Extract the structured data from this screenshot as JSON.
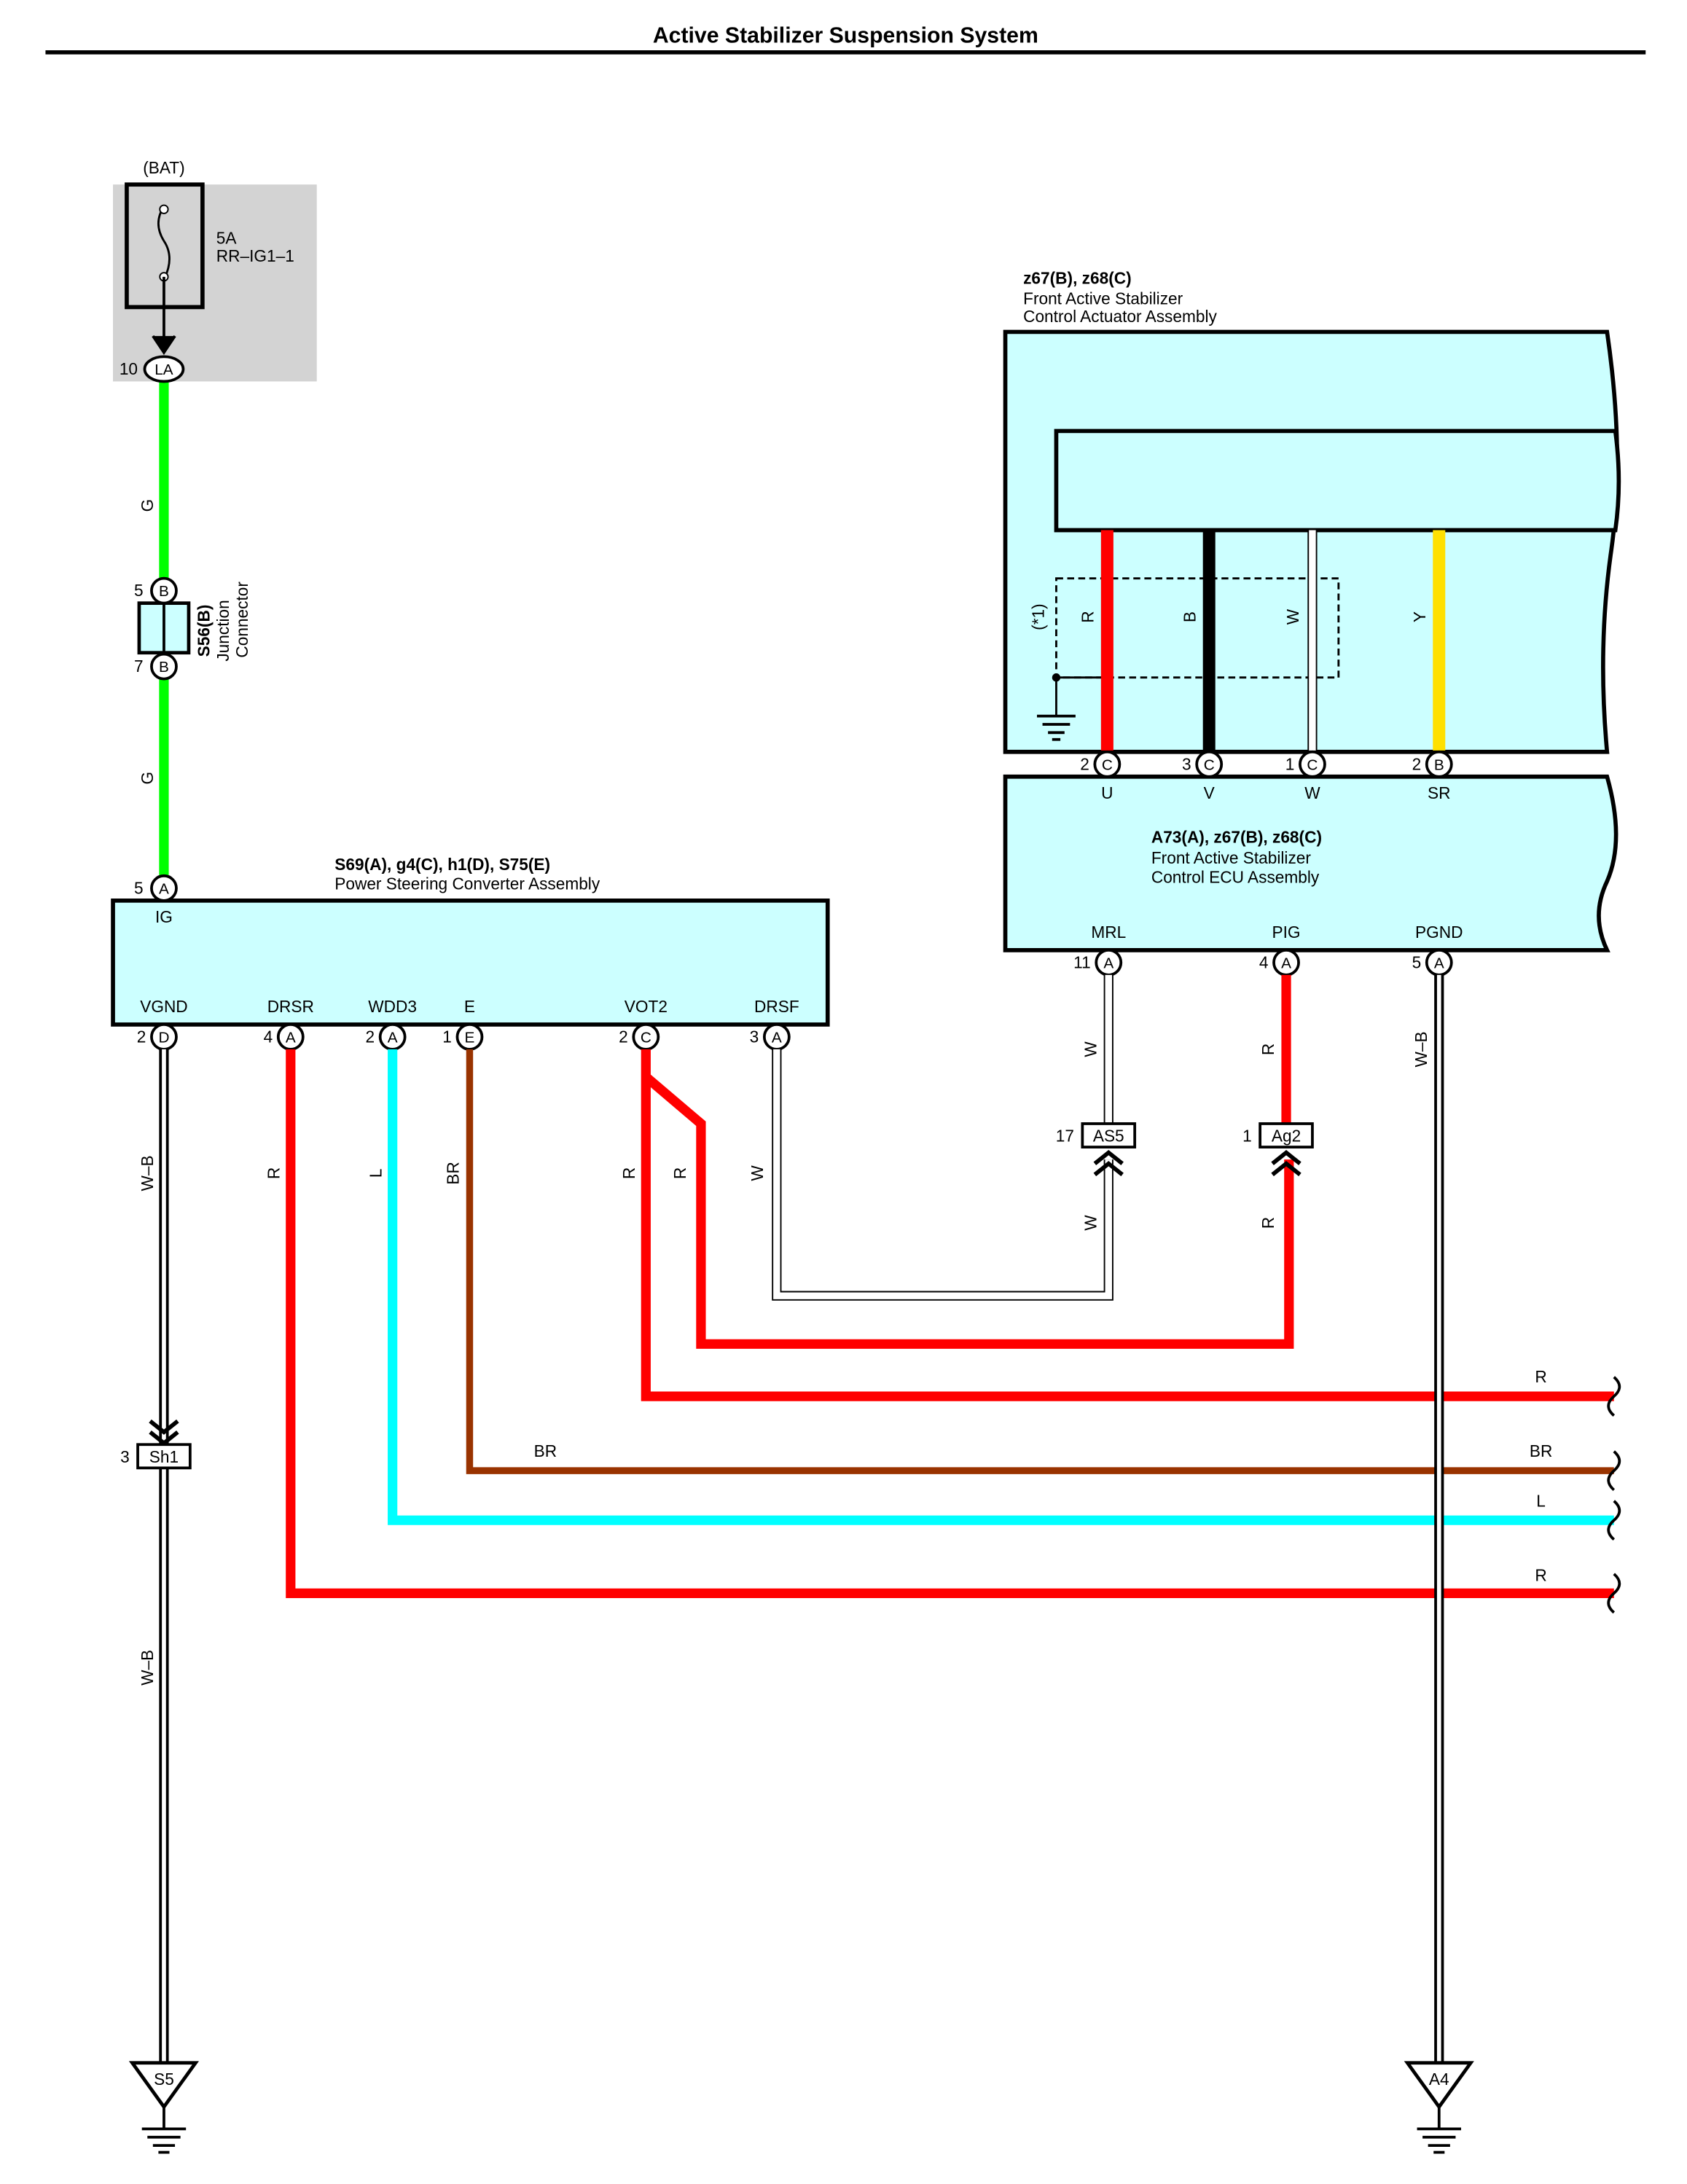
{
  "title": "Active Stabilizer Suspension System",
  "fuse": {
    "source": "(BAT)",
    "rating": "5A",
    "name": "RR–IG1–1",
    "pin_no": "10",
    "pin_id": "LA"
  },
  "junction": {
    "code": "S56(B)",
    "line1": "Junction",
    "line2": "Connector",
    "pin_top_no": "5",
    "pin_top_id": "B",
    "pin_bottom_no": "7",
    "pin_bottom_id": "B"
  },
  "psc": {
    "code": "S69(A), g4(C), h1(D), S75(E)",
    "name": "Power Steering Converter Assembly",
    "ig_pin_no": "5",
    "ig_pin_id": "A",
    "ig_label": "IG",
    "pins": [
      {
        "name": "VGND",
        "no": "2",
        "id": "D"
      },
      {
        "name": "DRSR",
        "no": "4",
        "id": "A"
      },
      {
        "name": "WDD3",
        "no": "2",
        "id": "A"
      },
      {
        "name": "E",
        "no": "1",
        "id": "E"
      },
      {
        "name": "VOT2",
        "no": "2",
        "id": "C"
      },
      {
        "name": "DRSF",
        "no": "3",
        "id": "A"
      }
    ]
  },
  "actuator": {
    "code": "z67(B), z68(C)",
    "line1": "Front Active Stabilizer",
    "line2": "Control Actuator Assembly",
    "note": "(*1)",
    "wires": [
      {
        "color_label": "R",
        "color": "#ff0000"
      },
      {
        "color_label": "B",
        "color": "#000000"
      },
      {
        "color_label": "W",
        "color": "#ffffff"
      },
      {
        "color_label": "Y",
        "color": "#ffe000"
      }
    ]
  },
  "ecu": {
    "code": "A73(A), z67(B), z68(C)",
    "line1": "Front Active Stabilizer",
    "line2": "Control ECU Assembly",
    "top_pins": [
      {
        "name": "U",
        "no": "2",
        "id": "C"
      },
      {
        "name": "V",
        "no": "3",
        "id": "C"
      },
      {
        "name": "W",
        "no": "1",
        "id": "C"
      },
      {
        "name": "SR",
        "no": "2",
        "id": "B"
      }
    ],
    "bottom_pins": [
      {
        "name": "MRL",
        "no": "11",
        "id": "A"
      },
      {
        "name": "PIG",
        "no": "4",
        "id": "A"
      },
      {
        "name": "PGND",
        "no": "5",
        "id": "A"
      }
    ]
  },
  "connectors": {
    "as5_no": "17",
    "as5_id": "AS5",
    "ag2_no": "1",
    "ag2_id": "Ag2",
    "sh1_no": "3",
    "sh1_id": "Sh1"
  },
  "grounds": {
    "left": "S5",
    "right": "A4"
  },
  "wire_labels": {
    "g": "G",
    "r": "R",
    "l": "L",
    "br": "BR",
    "w": "W",
    "wb": "W–B"
  },
  "colors": {
    "green": "#00ff00",
    "red": "#ff0000",
    "cyan": "#00ffff",
    "brown": "#993300",
    "yellow": "#ffe000",
    "component": "#ccffff",
    "fuse_box": "#d3d3d3"
  }
}
